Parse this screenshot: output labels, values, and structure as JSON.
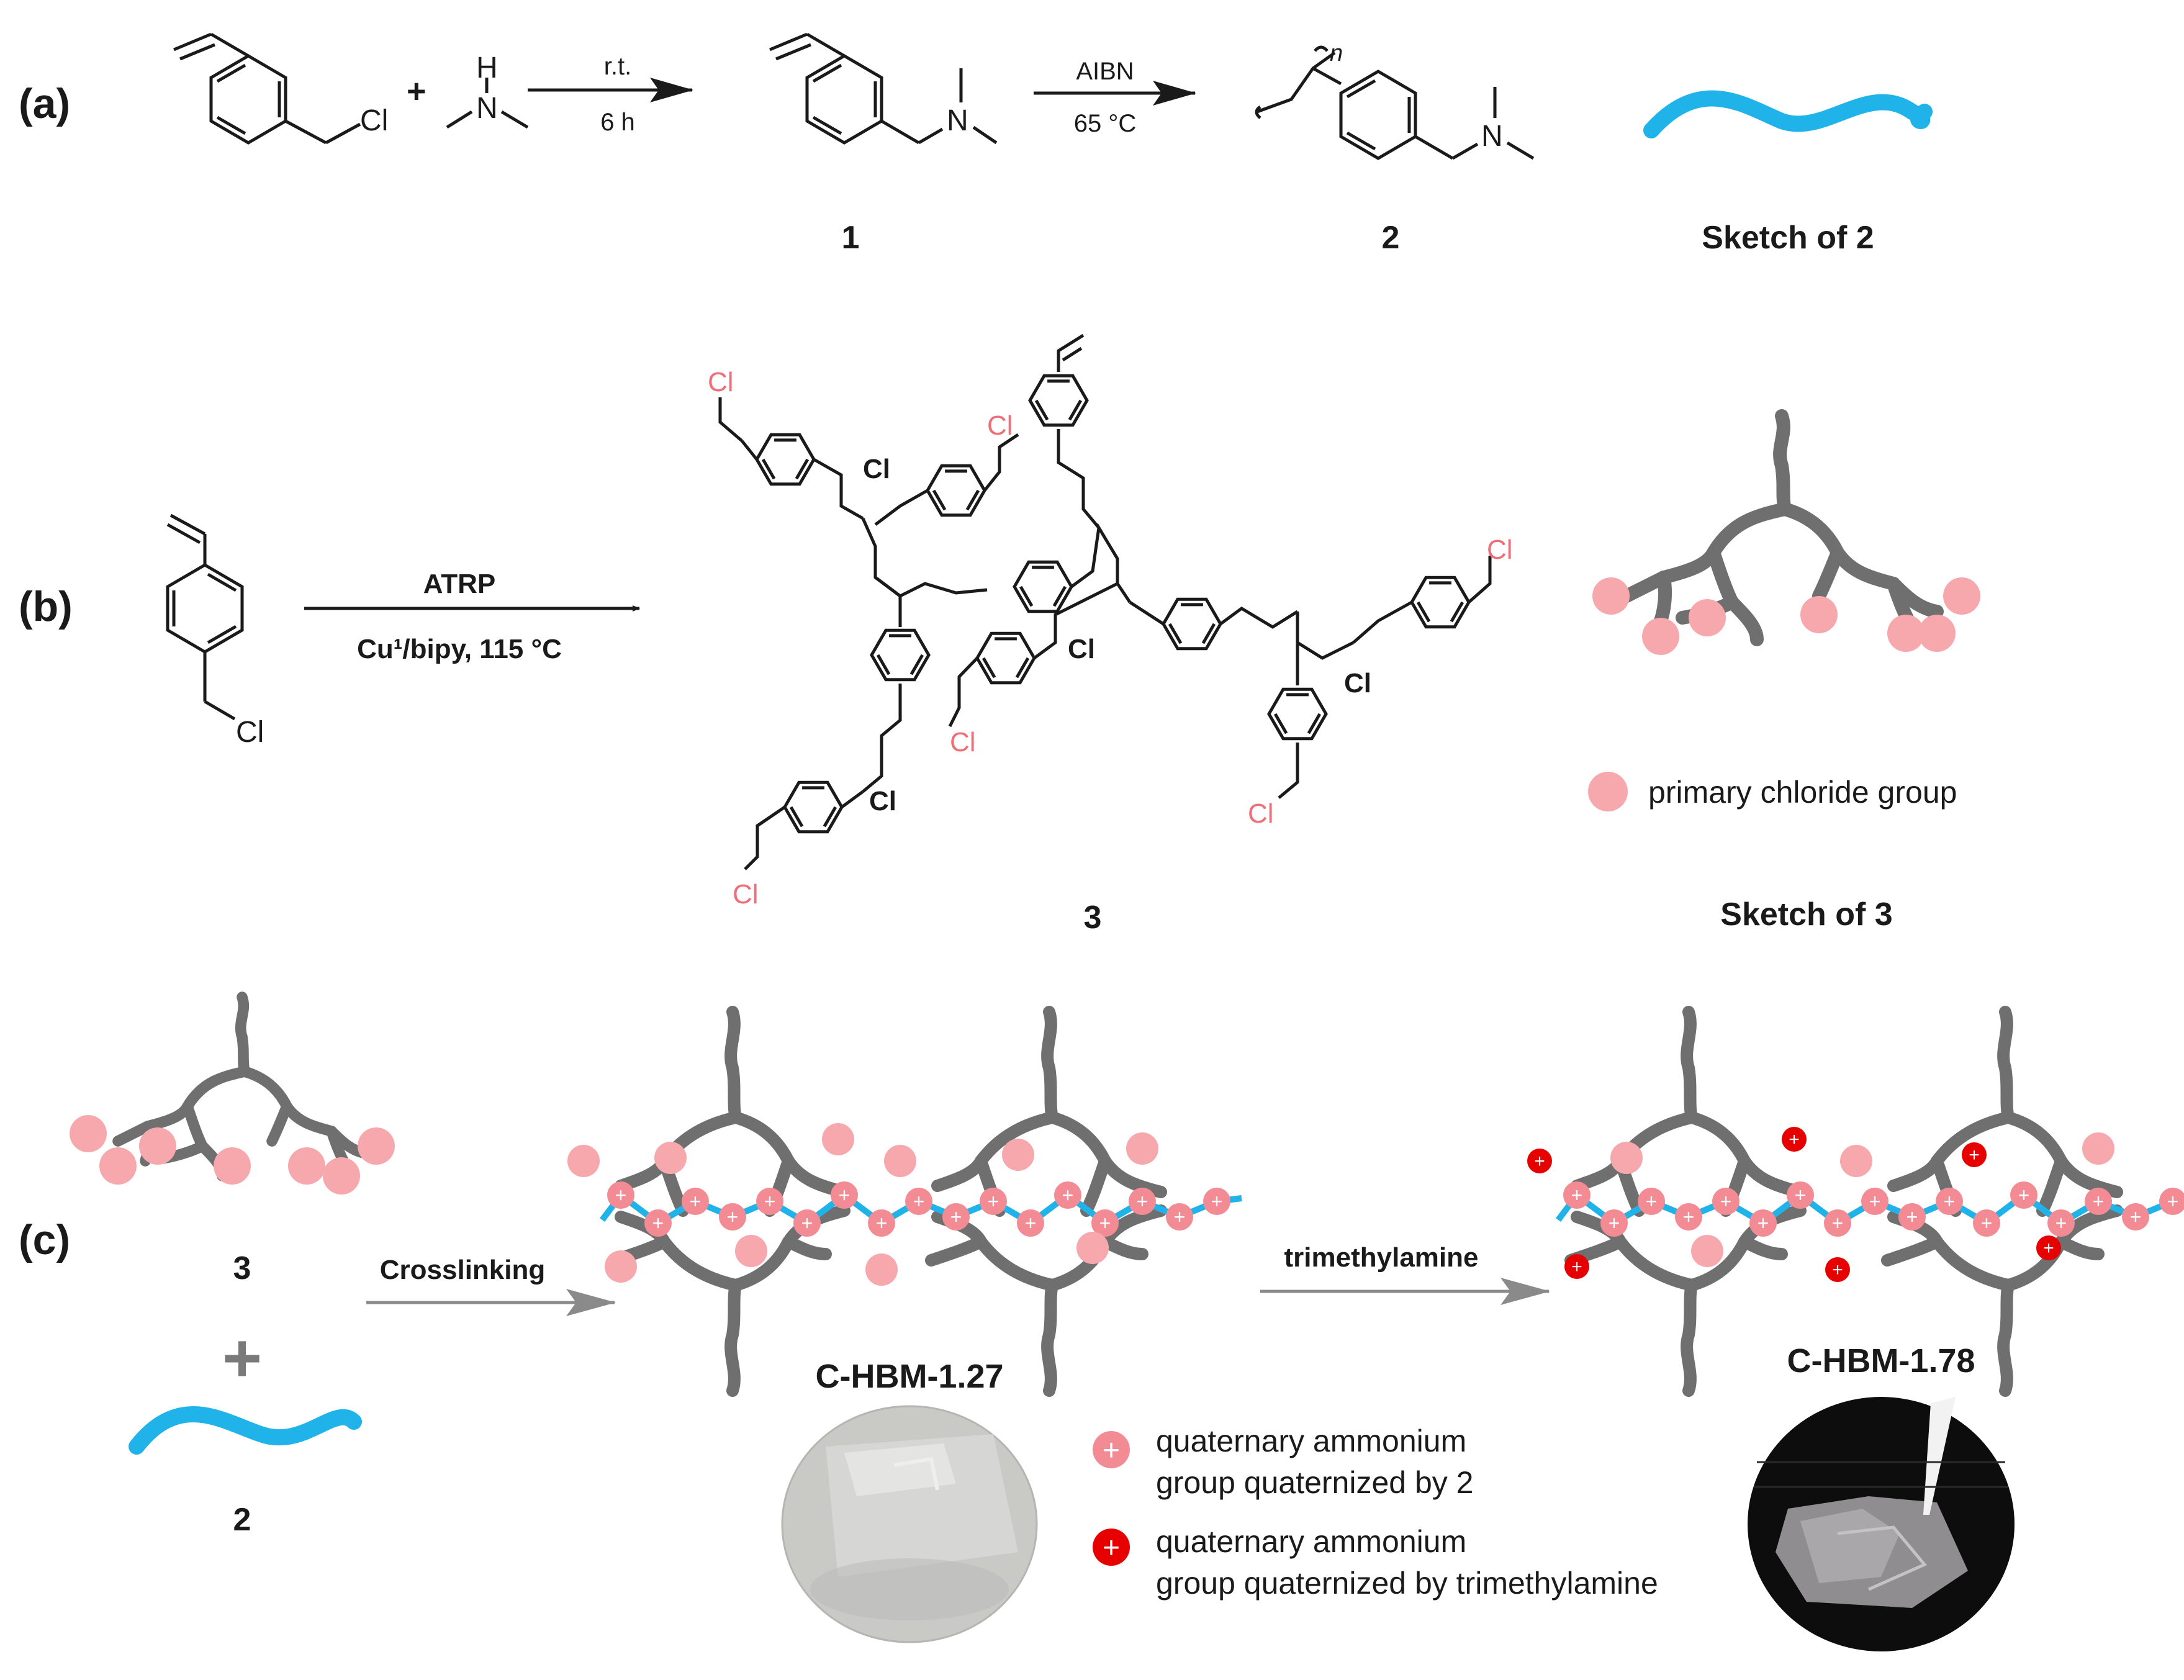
{
  "panels": {
    "a": {
      "label": "(a)",
      "reagent_cl": "Cl",
      "plus": "+",
      "amine_h": "H",
      "amine_n": "N",
      "cond1_top": "r.t.",
      "cond1_bottom": "6 h",
      "product1_n": "N",
      "cond2_top": "AIBN",
      "cond2_bottom": "65 °C",
      "polymer_n": "N",
      "polymer_sub": "n",
      "compound1": "1",
      "compound2": "2",
      "sketch_label": "Sketch of 2"
    },
    "b": {
      "label": "(b)",
      "monomer_cl": "Cl",
      "arrow_top": "ATRP",
      "arrow_bottom": "Cu¹/bipy, 115 °C",
      "cl": "Cl",
      "compound3": "3",
      "sketch_label": "Sketch of 3",
      "legend_primary": "primary chloride group"
    },
    "c": {
      "label": "(c)",
      "comp3": "3",
      "plus": "+",
      "comp2": "2",
      "arrow1": "Crosslinking",
      "arrow2": "trimethylamine",
      "product1": "C-HBM-1.27",
      "product2": "C-HBM-1.78",
      "legend1_line1": "quaternary ammonium",
      "legend1_line2": "group quaternized by 2",
      "legend2_line1": "quaternary ammonium",
      "legend2_line2": "group quaternized by trimethylamine",
      "plus_symbol": "+"
    }
  },
  "colors": {
    "bond": "#1a1a1a",
    "gray_polymer": "#6f6f6f",
    "blue_chain": "#1fb3ea",
    "primary_chloride": "#f6a8ad",
    "quat_pink": "#f28b93",
    "quat_red": "#e60000",
    "cl_pink": "#ef6f78",
    "arrow_gray": "#8a8a8a"
  }
}
